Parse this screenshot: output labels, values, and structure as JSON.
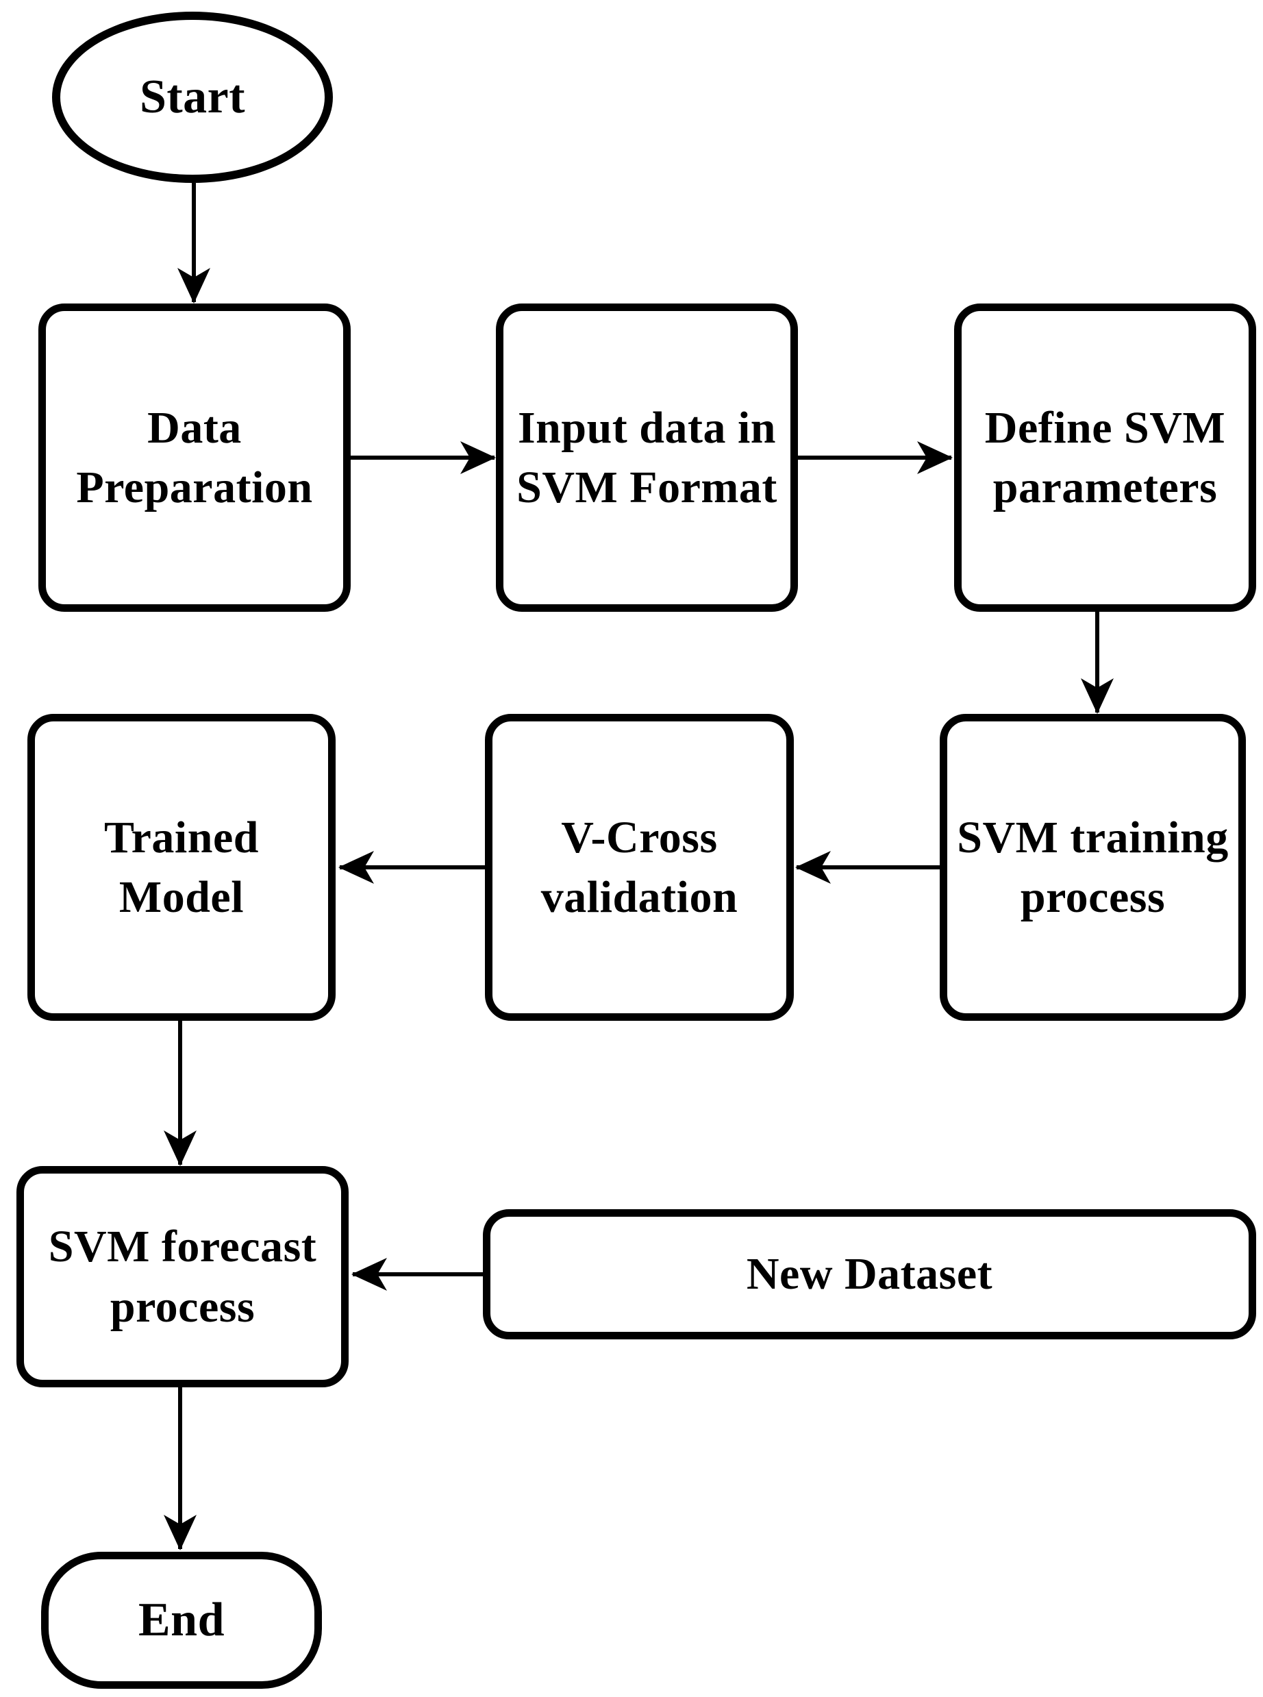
{
  "diagram": {
    "type": "flowchart",
    "colors": {
      "background": "#ffffff",
      "stroke": "#000000",
      "text": "#000000"
    },
    "nodes": [
      {
        "id": "start",
        "shape": "ellipse",
        "label": "Start"
      },
      {
        "id": "data-preparation",
        "shape": "rounded-rect",
        "label": "Data\nPreparation"
      },
      {
        "id": "input-data-svm-format",
        "shape": "rounded-rect",
        "label": "Input data in\nSVM Format"
      },
      {
        "id": "define-svm-parameters",
        "shape": "rounded-rect",
        "label": "Define SVM\nparameters"
      },
      {
        "id": "svm-training-process",
        "shape": "rounded-rect",
        "label": "SVM training\nprocess"
      },
      {
        "id": "v-cross-validation",
        "shape": "rounded-rect",
        "label": "V-Cross\nvalidation"
      },
      {
        "id": "trained-model",
        "shape": "rounded-rect",
        "label": "Trained\nModel"
      },
      {
        "id": "svm-forecast-process",
        "shape": "rounded-rect",
        "label": "SVM forecast\nprocess"
      },
      {
        "id": "new-dataset",
        "shape": "rounded-rect",
        "label": "New Dataset"
      },
      {
        "id": "end",
        "shape": "terminal",
        "label": "End"
      }
    ],
    "edges": [
      {
        "from": "start",
        "to": "data-preparation"
      },
      {
        "from": "data-preparation",
        "to": "input-data-svm-format"
      },
      {
        "from": "input-data-svm-format",
        "to": "define-svm-parameters"
      },
      {
        "from": "define-svm-parameters",
        "to": "svm-training-process"
      },
      {
        "from": "svm-training-process",
        "to": "v-cross-validation"
      },
      {
        "from": "v-cross-validation",
        "to": "trained-model"
      },
      {
        "from": "trained-model",
        "to": "svm-forecast-process"
      },
      {
        "from": "new-dataset",
        "to": "svm-forecast-process"
      },
      {
        "from": "svm-forecast-process",
        "to": "end"
      }
    ]
  }
}
